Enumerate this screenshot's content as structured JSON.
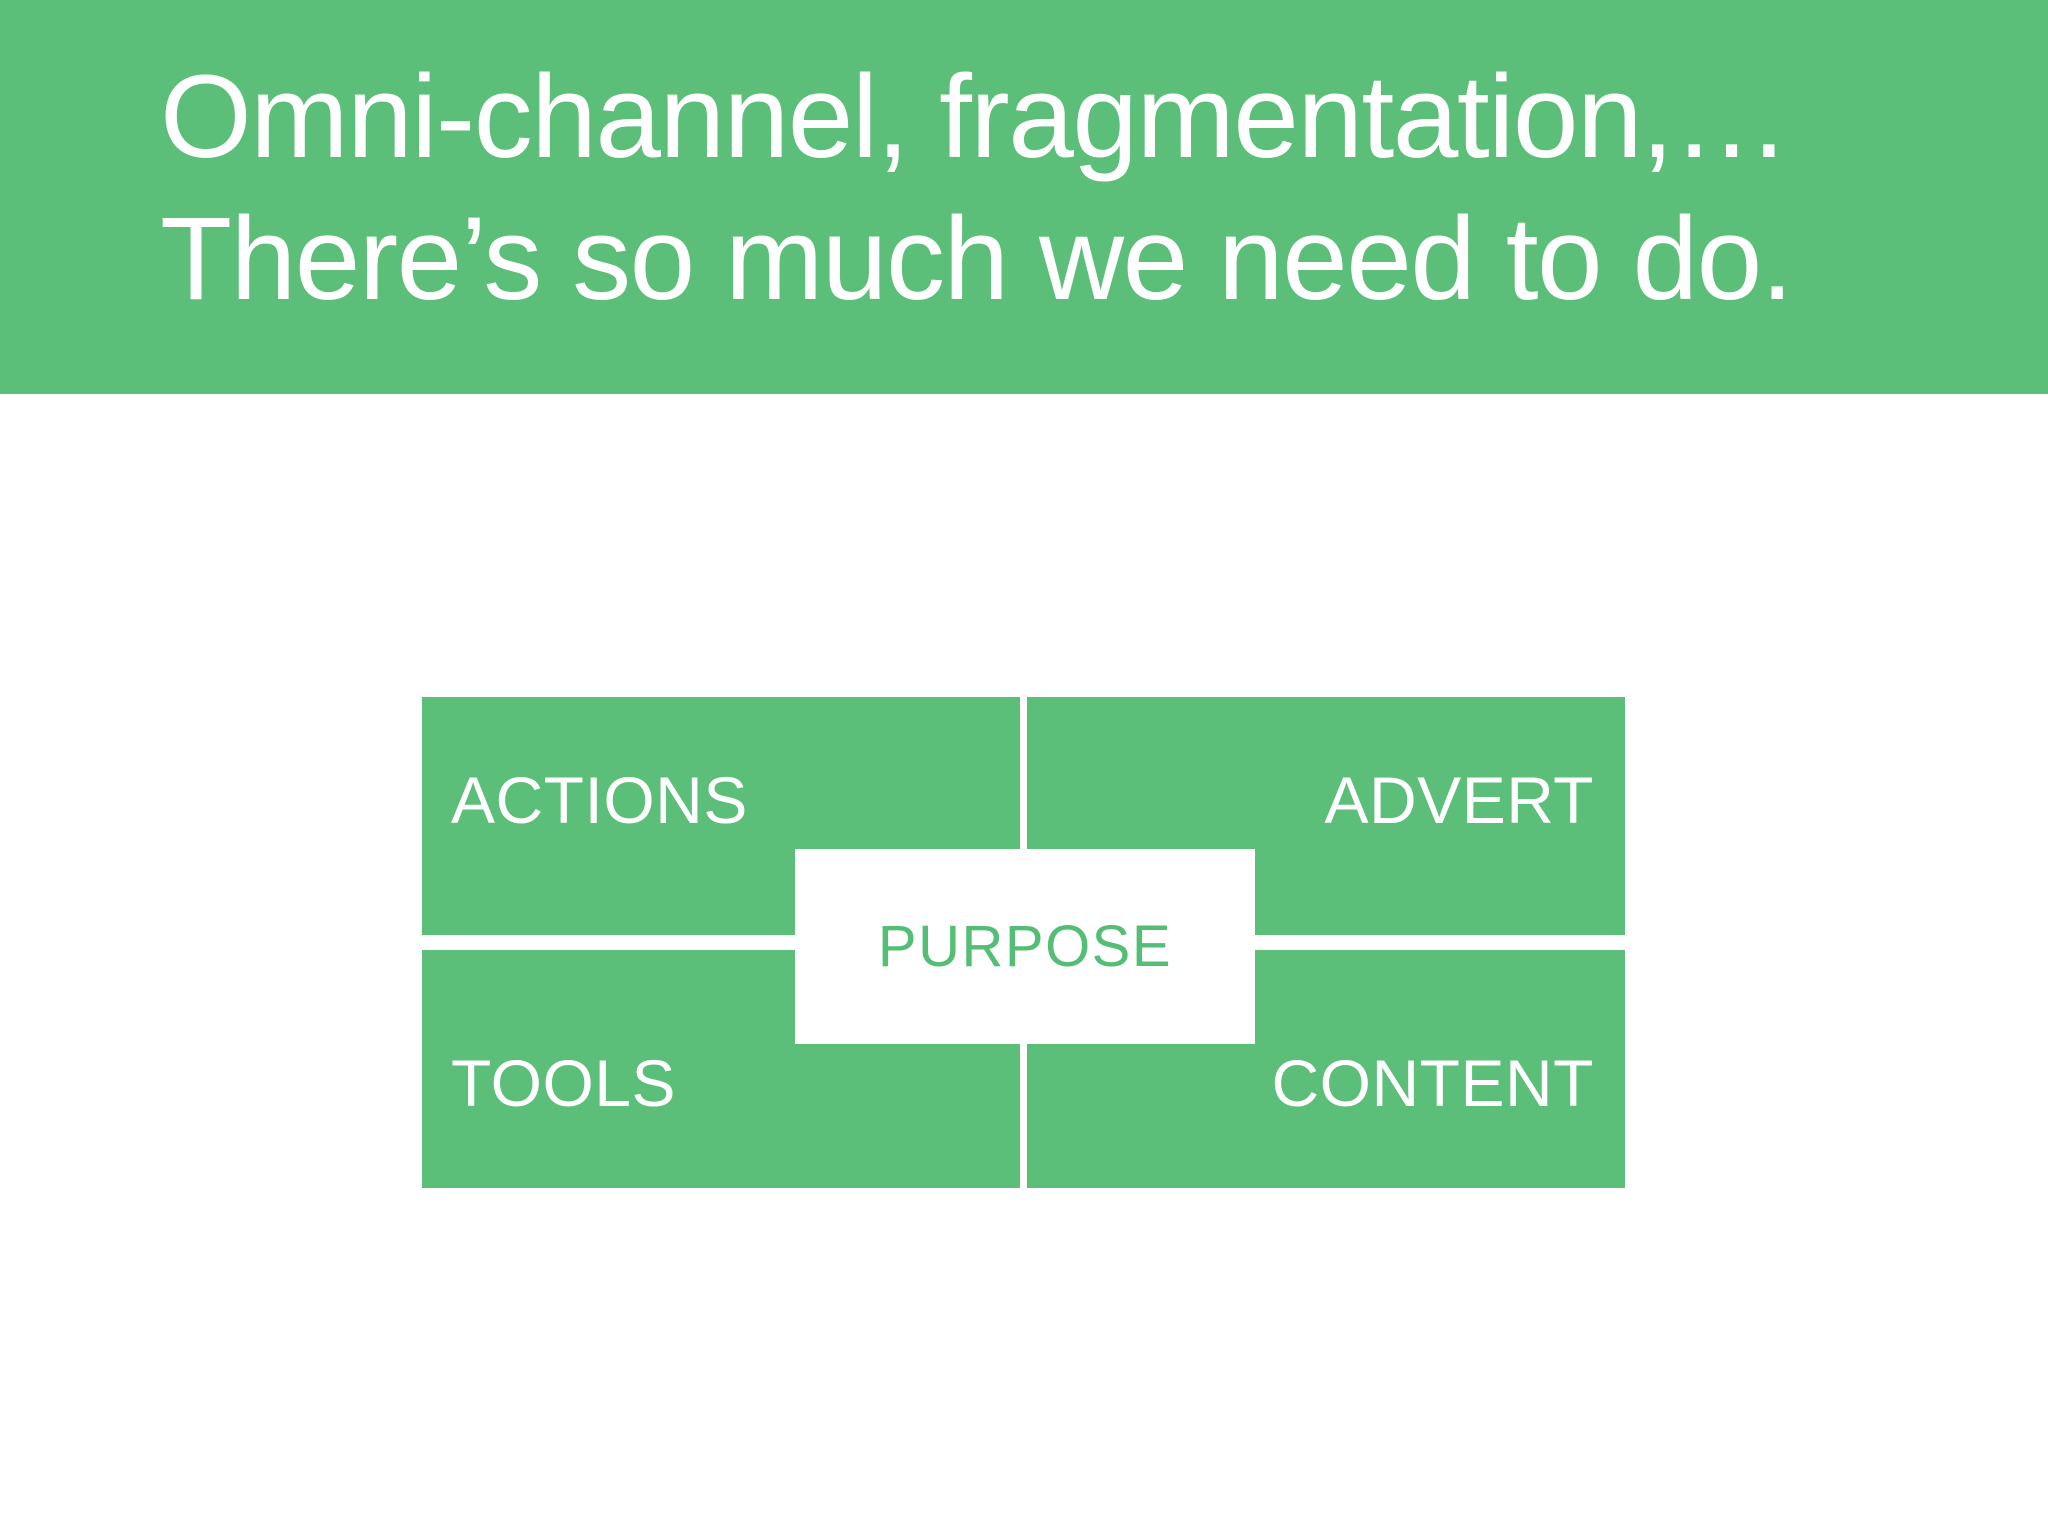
{
  "slide": {
    "background_color": "#FFFFFF",
    "accent_color": "#5BBE79",
    "header": {
      "background_color": "#5BBE79",
      "text_color": "#FFFFFF",
      "title": "Omni-channel, fragmentation,…\nThere’s so much we need to do."
    },
    "diagram": {
      "type": "2x2-matrix",
      "center": {
        "label": "PURPOSE",
        "text_color": "#55BE76",
        "background_color": "#FFFFFF"
      },
      "quadrants": [
        {
          "id": "actions",
          "label": "ACTIONS",
          "position": "top-left",
          "align": "left",
          "background_color": "#5BBE79",
          "text_color": "#FFFFFF"
        },
        {
          "id": "advert",
          "label": "ADVERT",
          "position": "top-right",
          "align": "right",
          "background_color": "#5BBE79",
          "text_color": "#FFFFFF"
        },
        {
          "id": "tools",
          "label": "TOOLS",
          "position": "bottom-left",
          "align": "left",
          "background_color": "#5BBE79",
          "text_color": "#FFFFFF"
        },
        {
          "id": "content",
          "label": "CONTENT",
          "position": "bottom-right",
          "align": "right",
          "background_color": "#5BBE79",
          "text_color": "#FFFFFF"
        }
      ]
    }
  }
}
